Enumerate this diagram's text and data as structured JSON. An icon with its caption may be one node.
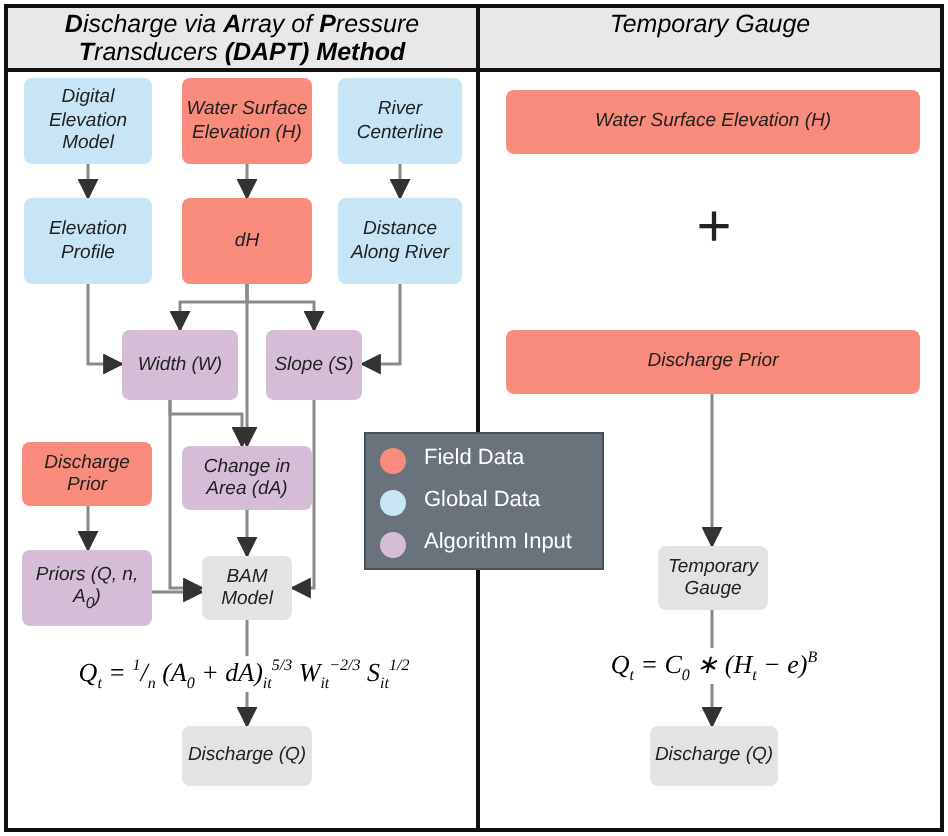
{
  "diagram": {
    "nodes": [
      {
        "text": [
          "**D**ischarge via **A**rray of **P**ressure **T**ransducers **(DAPT) Method**"
        ]
      },
      {
        "text": [
          "Digital Elevation Model"
        ],
        "in": 0
      },
      {
        "text": [
          "Water Surface Elevation (H)"
        ],
        "in": 0
      },
      {
        "text": [
          "River Centerline"
        ],
        "in": 0
      },
      {
        "text": [
          "Elevation Profile"
        ],
        "in": 0
      },
      {
        "text": [
          "dH"
        ],
        "in": 0
      },
      {
        "text": [
          "Distance Along River"
        ],
        "in": 0
      },
      {
        "text": [
          "Width (W)"
        ],
        "in": 0
      },
      {
        "text": [
          "Slope (S)"
        ],
        "in": 0
      },
      {
        "text": [
          "Discharge Prior"
        ],
        "in": 0
      },
      {
        "text": [
          "Change in Area (dA)"
        ],
        "in": 0
      },
      {
        "text": [
          "Priors (Q, n, A$_{0}$)"
        ],
        "in": 0
      },
      {
        "text": [
          "BAM Model"
        ],
        "in": 0
      },
      {
        "text": [
          "Discharge (Q)"
        ],
        "in": 0
      },
      {
        "text": [
          "Temporary Gauge"
        ]
      },
      {
        "text": [
          "Water Surface Elevation (H)"
        ],
        "in": 14
      },
      {
        "text": [
          "Discharge Prior"
        ],
        "in": 14
      },
      {
        "text": [
          "Temporary Gauge"
        ],
        "in": 14
      },
      {
        "text": [
          "Discharge (Q)"
        ],
        "in": 14
      }
    ],
    "edges": [
      {
        "from": 1,
        "to": 4,
        "arrow": "to"
      },
      {
        "from": 2,
        "to": 5,
        "arrow": "to"
      },
      {
        "from": 3,
        "to": 6,
        "arrow": "to"
      },
      {
        "from": 4,
        "to": 7,
        "arrow": "to"
      },
      {
        "from": 5,
        "to": 7,
        "arrow": "to"
      },
      {
        "from": 5,
        "to": 8,
        "arrow": "to"
      },
      {
        "from": 6,
        "to": 8,
        "arrow": "to"
      },
      {
        "from": 5,
        "to": 10,
        "arrow": "to"
      },
      {
        "from": 7,
        "to": 10,
        "arrow": "to"
      },
      {
        "from": 7,
        "to": 12,
        "arrow": "to"
      },
      {
        "from": 8,
        "to": 12,
        "arrow": "to"
      },
      {
        "from": 9,
        "to": 11,
        "arrow": "to"
      },
      {
        "from": 11,
        "to": 12,
        "arrow": "to"
      },
      {
        "from": 10,
        "to": 12,
        "arrow": "to"
      },
      {
        "from": 12,
        "to": 13,
        "arrow": "to",
        "label": "Q$_{t}$ = $^{1}$/$_{n}$ (A$_{0}$ + dA)$_{it}$$^{5/3}$ W$_{it}$$^{−2/3}$ S$_{it}$$^{1/2}$"
      },
      {
        "from": 16,
        "to": 17,
        "arrow": "to"
      },
      {
        "from": 17,
        "to": 18,
        "arrow": "to",
        "label": "Q$_{t}$ = C$_{0}$ ∗ (H$_{t}$ − e)$^{B}$"
      }
    ],
    "labels": [
      "+"
    ],
    "legend": [
      {
        "text": "Field Data",
        "color": "#f98b7c"
      },
      {
        "text": "Global Data",
        "color": "#c8e5f5"
      },
      {
        "text": "Algorithm Input",
        "color": "#d6bdd7"
      }
    ]
  }
}
